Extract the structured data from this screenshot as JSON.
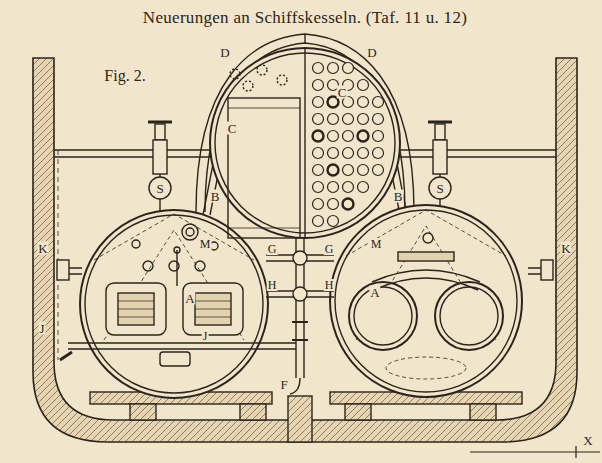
{
  "diagram": {
    "title": "Neuerungen an Schiffskesseln. (Taf. 11 u. 12)",
    "labels": [
      "Fig. 2.",
      "D",
      "D",
      "C",
      "C",
      "B",
      "B",
      "S",
      "S",
      "M",
      "M",
      "A",
      "A",
      "K",
      "K",
      "G",
      "G",
      "H",
      "H",
      "J",
      "J",
      "F",
      "X"
    ]
  }
}
